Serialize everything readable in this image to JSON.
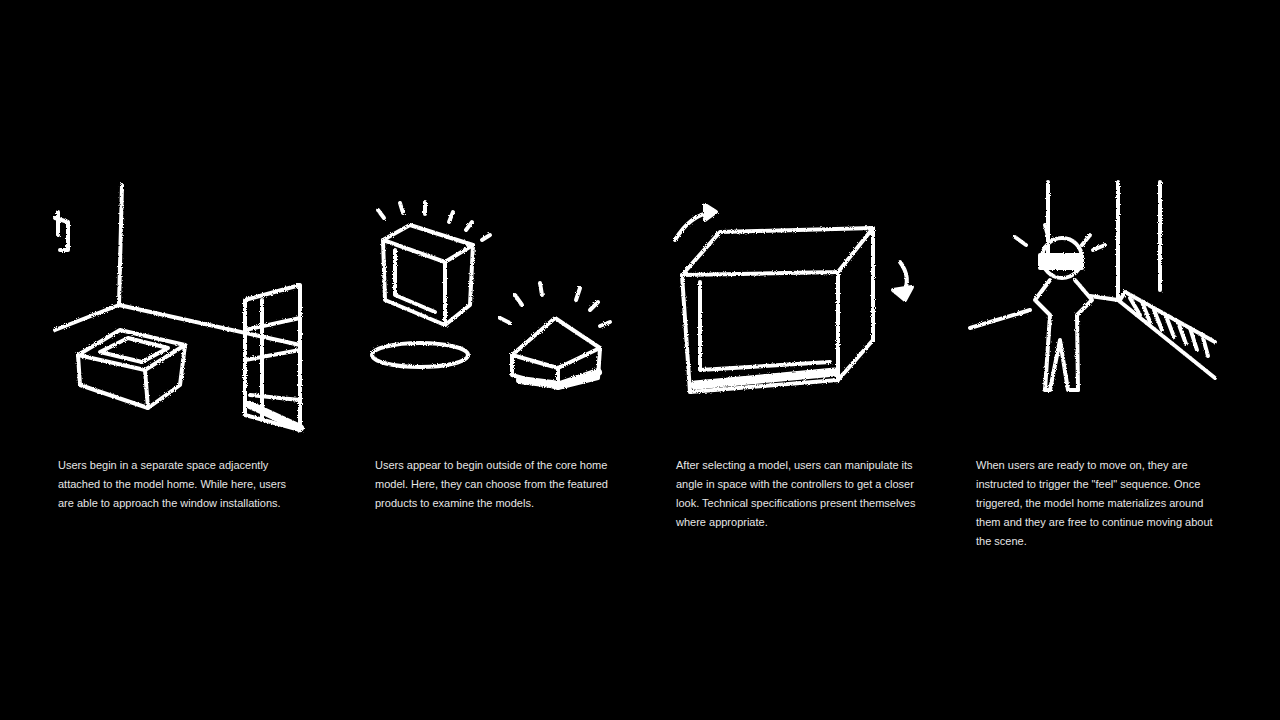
{
  "diagram": {
    "labels": [
      "Users begin in a separate space adjacently attached to the model home. While here, users are able to approach the window installations.",
      "Users appear to begin outside of the core home model. Here, they can choose from the featured products to examine the models.",
      "After selecting a model, users can manipulate its angle in space with the controllers to get a closer look. Technical specifications present themselves where appropriate.",
      "When users are ready to move on, they are instructed to trigger the \"feel\" sequence. Once triggered, the model home materializes around them and they are free to continue moving about the scene."
    ]
  }
}
